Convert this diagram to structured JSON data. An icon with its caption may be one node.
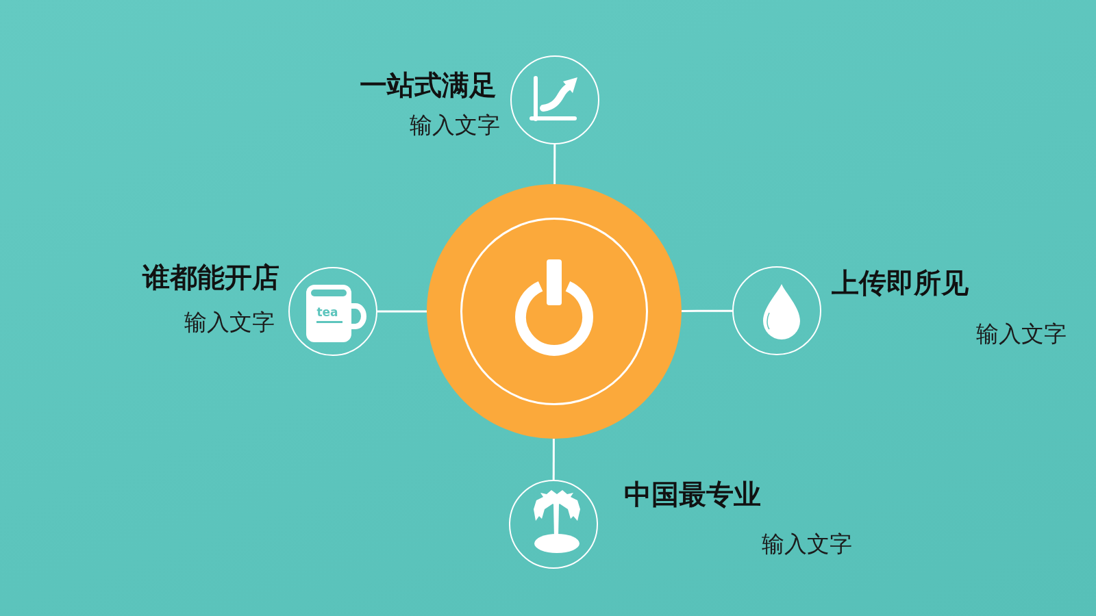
{
  "diagram": {
    "nodes": [
      {
        "text": [],
        "shape": "circle",
        "beside": [
          "一站式满足",
          "输入文字"
        ]
      },
      {
        "text": [],
        "shape": "circle",
        "beside": [
          "谁都能开店",
          "输入文字"
        ]
      },
      {
        "text": [],
        "shape": "circle"
      },
      {
        "text": [],
        "shape": "circle",
        "beside": [
          "上传即所见",
          "输入文字"
        ]
      },
      {
        "text": [],
        "shape": "circle",
        "beside": [
          "中国最专业",
          "输入文字"
        ]
      }
    ],
    "edges": [
      {
        "from": 2,
        "to": 0,
        "arrow": "none"
      },
      {
        "from": 2,
        "to": 1,
        "arrow": "none"
      },
      {
        "from": 2,
        "to": 3,
        "arrow": "none"
      },
      {
        "from": 2,
        "to": 4,
        "arrow": "none"
      }
    ],
    "labels": [
      "tea"
    ]
  }
}
